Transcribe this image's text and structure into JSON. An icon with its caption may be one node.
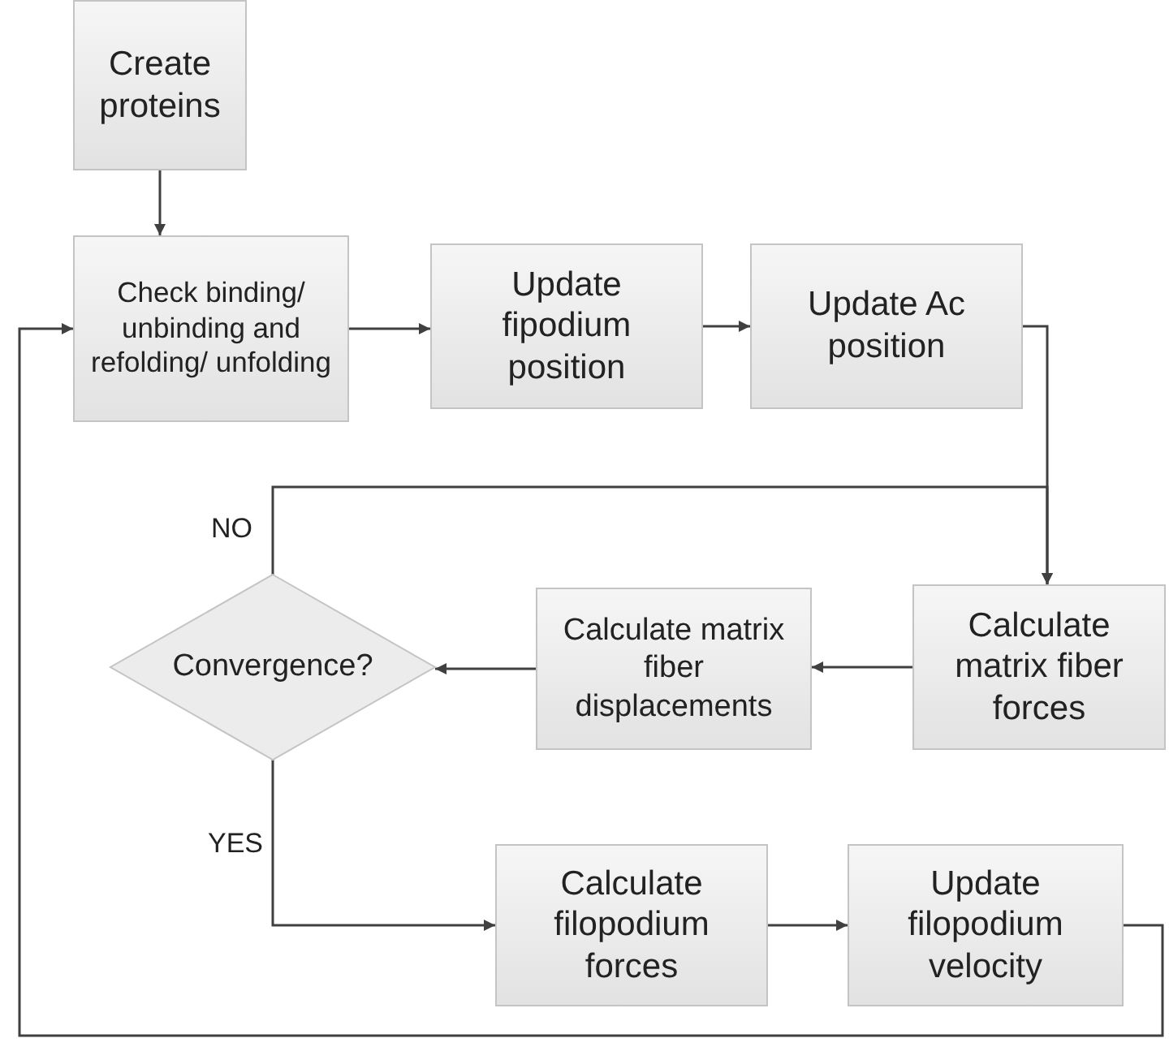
{
  "diagram": {
    "nodes": [
      {
        "text": [
          "Create proteins"
        ]
      },
      {
        "text": [
          "Check binding/ unbinding and refolding/ unfolding"
        ]
      },
      {
        "text": [
          "Update fipodium position"
        ]
      },
      {
        "text": [
          "Update Ac position"
        ]
      },
      {
        "text": [
          "Calculate matrix fiber forces"
        ]
      },
      {
        "text": [
          "Calculate matrix fiber displacements"
        ]
      },
      {
        "text": [
          "Convergence?"
        ]
      },
      {
        "text": [
          "Calculate filopodium forces"
        ]
      },
      {
        "text": [
          "Update filopodium velocity"
        ]
      }
    ],
    "edges": [
      {
        "from": 0,
        "to": 1,
        "arrow": "to"
      },
      {
        "from": 1,
        "to": 2,
        "arrow": "to"
      },
      {
        "from": 2,
        "to": 3,
        "arrow": "to"
      },
      {
        "from": 3,
        "to": 4,
        "arrow": "to"
      },
      {
        "from": 6,
        "to": 4,
        "arrow": "to",
        "label": "NO"
      },
      {
        "from": 4,
        "to": 5,
        "arrow": "to"
      },
      {
        "from": 5,
        "to": 6,
        "arrow": "to"
      },
      {
        "from": 6,
        "to": 7,
        "arrow": "to",
        "label": "YES"
      },
      {
        "from": 7,
        "to": 8,
        "arrow": "to"
      },
      {
        "from": 8,
        "to": 1,
        "arrow": "to"
      }
    ]
  }
}
